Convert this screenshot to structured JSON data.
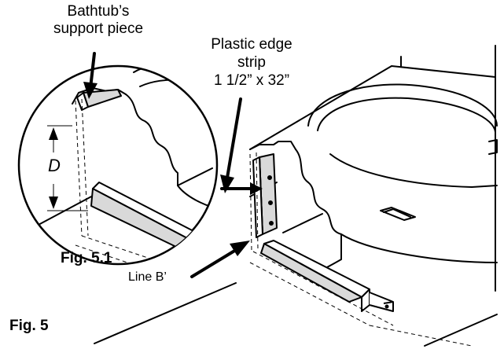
{
  "labels": {
    "support_line1": "Bathtub’s",
    "support_line2": "support piece",
    "strip_line1": "Plastic edge",
    "strip_line2": "strip",
    "strip_line3": "1 1/2” x 32”",
    "dimension": "D",
    "line_b": "Line B’",
    "fig_main": "Fig. 5",
    "fig_detail": "Fig. 5.1"
  },
  "colors": {
    "line": "#000000",
    "strip_fill": "#d9d9d9",
    "background": "#ffffff"
  }
}
